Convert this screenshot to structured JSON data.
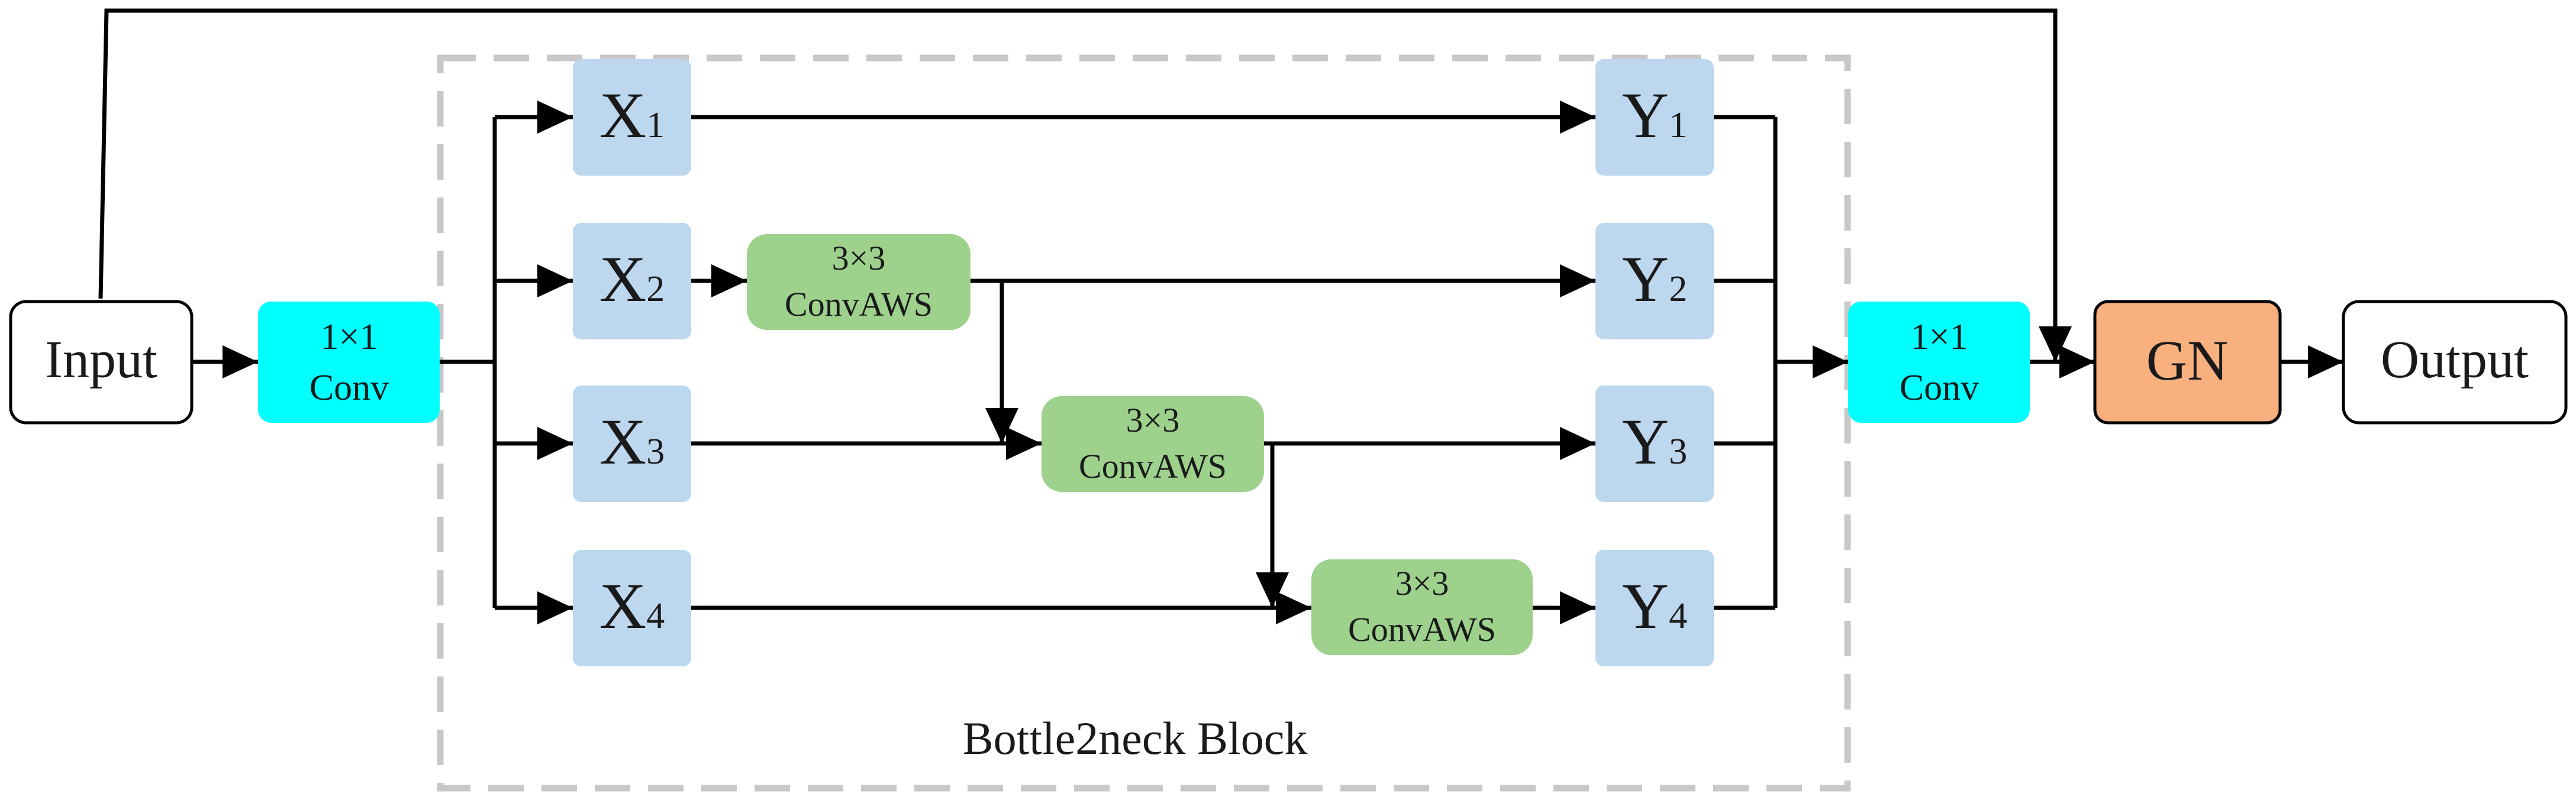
{
  "diagram": {
    "block_label": "Bottle2neck Block",
    "input": {
      "label": "Input"
    },
    "output": {
      "label": "Output"
    },
    "conv_in": {
      "line1": "1×1",
      "line2": "Conv"
    },
    "conv_out": {
      "line1": "1×1",
      "line2": "Conv"
    },
    "gn": {
      "label": "GN"
    },
    "x_nodes": [
      {
        "letter": "X",
        "sub": "1"
      },
      {
        "letter": "X",
        "sub": "2"
      },
      {
        "letter": "X",
        "sub": "3"
      },
      {
        "letter": "X",
        "sub": "4"
      }
    ],
    "y_nodes": [
      {
        "letter": "Y",
        "sub": "1"
      },
      {
        "letter": "Y",
        "sub": "2"
      },
      {
        "letter": "Y",
        "sub": "3"
      },
      {
        "letter": "Y",
        "sub": "4"
      }
    ],
    "convaws": [
      {
        "line1": "3×3",
        "line2": "ConvAWS"
      },
      {
        "line1": "3×3",
        "line2": "ConvAWS"
      },
      {
        "line1": "3×3",
        "line2": "ConvAWS"
      }
    ],
    "colors": {
      "x_y_fill": "#bdd7ee",
      "convaws_fill": "#9dd18c",
      "conv_fill": "#00ffff",
      "gn_fill": "#f8b07f",
      "line": "#000000",
      "dashed_border": "#c8c8c8"
    }
  }
}
